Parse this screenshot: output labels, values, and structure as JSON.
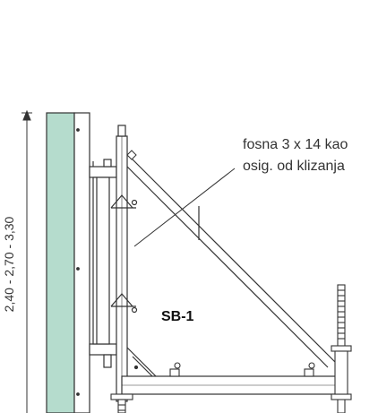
{
  "drawing": {
    "dimension_label": "2,40 - 2,70 - 3,30",
    "annotation": {
      "line1": "fosna 3 x 14 kao",
      "line2": "osig. od klizanja"
    },
    "element_label": "SB-1"
  },
  "colors": {
    "formwork_panel": "#b5dccd",
    "line": "#333333",
    "background": "#ffffff"
  }
}
